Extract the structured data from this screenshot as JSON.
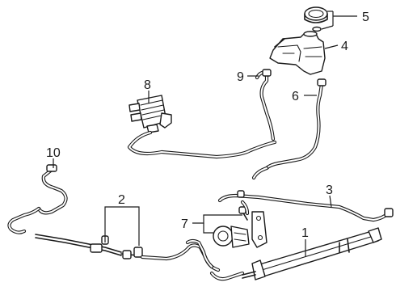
{
  "callouts": [
    {
      "id": "1",
      "text": "1"
    },
    {
      "id": "2",
      "text": "2"
    },
    {
      "id": "3",
      "text": "3"
    },
    {
      "id": "4",
      "text": "4"
    },
    {
      "id": "5",
      "text": "5"
    },
    {
      "id": "6",
      "text": "6"
    },
    {
      "id": "7",
      "text": "7"
    },
    {
      "id": "8",
      "text": "8"
    },
    {
      "id": "9",
      "text": "9"
    },
    {
      "id": "10",
      "text": "10"
    }
  ],
  "parts": {
    "p1": "power-steering-cooler",
    "p2": "clamps",
    "p3": "return-hose",
    "p4": "reservoir",
    "p5": "reservoir-cap",
    "p6": "supply-hose",
    "p7": "power-steering-pump",
    "p8": "oil-cooler",
    "p9": "feed-hose",
    "p10": "return-line"
  }
}
